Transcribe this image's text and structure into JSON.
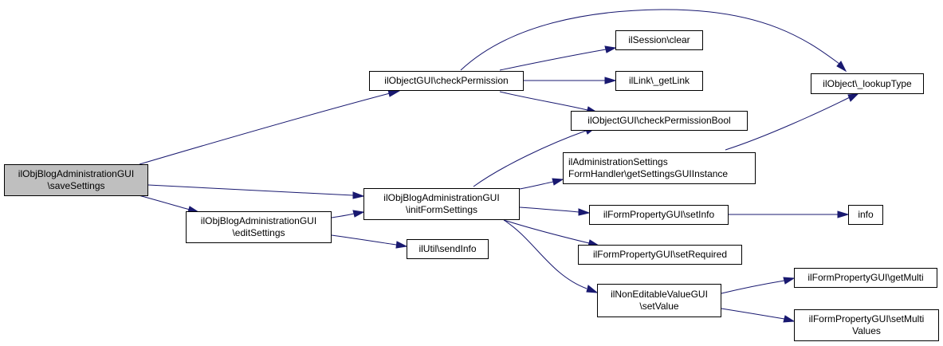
{
  "colors": {
    "edge": "#191970",
    "node_border": "#000000",
    "node_fill": "#ffffff",
    "current_node_fill": "#bfbfbf"
  },
  "nodes": {
    "save_settings": {
      "lines": [
        "ilObjBlogAdministrationGUI",
        "\\saveSettings"
      ]
    },
    "check_permission": {
      "lines": [
        "ilObjectGUI\\checkPermission"
      ]
    },
    "session_clear": {
      "lines": [
        "ilSession\\clear"
      ]
    },
    "link_get_link": {
      "lines": [
        "ilLink\\_getLink"
      ]
    },
    "check_permission_bool": {
      "lines": [
        "ilObjectGUI\\checkPermissionBool"
      ]
    },
    "lookup_type": {
      "lines": [
        "ilObject\\_lookupType"
      ]
    },
    "get_settings_gui_instance": {
      "lines": [
        "ilAdministrationSettings",
        "FormHandler\\getSettingsGUIInstance"
      ]
    },
    "init_form_settings": {
      "lines": [
        "ilObjBlogAdministrationGUI",
        "\\initFormSettings"
      ]
    },
    "edit_settings": {
      "lines": [
        "ilObjBlogAdministrationGUI",
        "\\editSettings"
      ]
    },
    "set_info": {
      "lines": [
        "ilFormPropertyGUI\\setInfo"
      ]
    },
    "info": {
      "lines": [
        "info"
      ]
    },
    "send_info": {
      "lines": [
        "ilUtil\\sendInfo"
      ]
    },
    "set_required": {
      "lines": [
        "ilFormPropertyGUI\\setRequired"
      ]
    },
    "set_value": {
      "lines": [
        "ilNonEditableValueGUI",
        "\\setValue"
      ]
    },
    "get_multi": {
      "lines": [
        "ilFormPropertyGUI\\getMulti"
      ]
    },
    "set_multi_values": {
      "lines": [
        "ilFormPropertyGUI\\setMulti",
        "Values"
      ]
    }
  }
}
